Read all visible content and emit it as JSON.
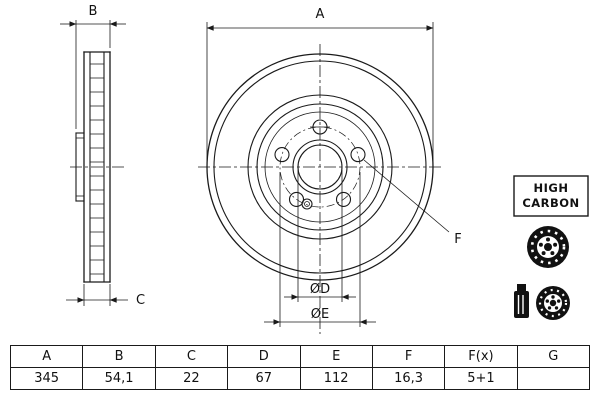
{
  "colors": {
    "line": "#1a1a1a",
    "background": "#ffffff",
    "icon_fill": "#111111"
  },
  "drawing": {
    "labels": {
      "a": "A",
      "b": "B",
      "c": "C",
      "d": "ØD",
      "e": "ØE",
      "f": "F"
    },
    "badge": {
      "line1": "HIGH",
      "line2": "CARBON"
    }
  },
  "table": {
    "headers": [
      "A",
      "B",
      "C",
      "D",
      "E",
      "F",
      "F(x)",
      "G"
    ],
    "values": [
      "345",
      "54,1",
      "22",
      "67",
      "112",
      "16,3",
      "5+1",
      ""
    ]
  }
}
